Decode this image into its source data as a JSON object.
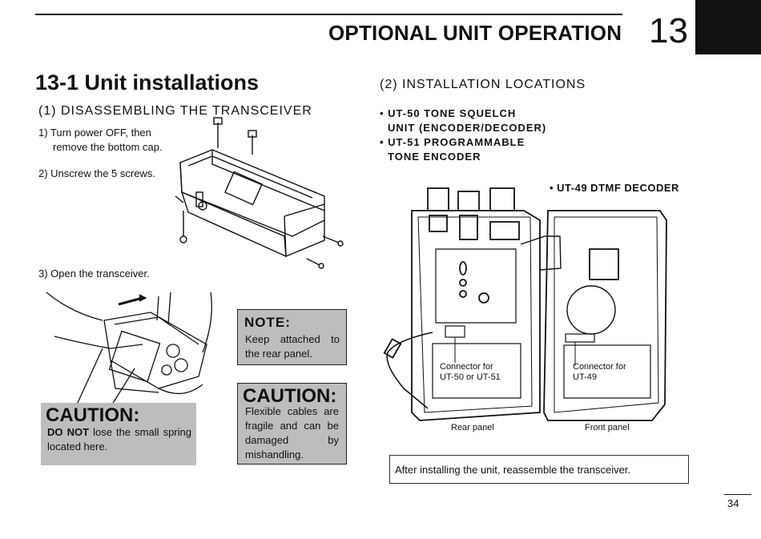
{
  "header": {
    "title": "OPTIONAL UNIT OPERATION",
    "chapter_number": "13"
  },
  "section": {
    "title": "13-1 Unit installations"
  },
  "disassembling": {
    "heading": "(1) DISASSEMBLING THE TRANSCEIVER",
    "step1_line1": "1) Turn power OFF, then",
    "step1_line2": "remove the bottom cap.",
    "step2": "2) Unscrew the 5 screws.",
    "step3": "3) Open the transceiver."
  },
  "locations": {
    "heading": "(2) INSTALLATION LOCATIONS",
    "unit1_line1": "• UT-50 TONE SQUELCH",
    "unit1_line2": "UNIT (ENCODER/DECODER)",
    "unit2_line1": "• UT-51 PROGRAMMABLE",
    "unit2_line2": "TONE ENCODER",
    "unit3": "• UT-49 DTMF DECODER"
  },
  "diagram": {
    "rear_connector_line1": "Connector for",
    "rear_connector_line2": "UT-50 or UT-51",
    "front_connector_line1": "Connector for",
    "front_connector_line2": "UT-49",
    "rear_panel_label": "Rear panel",
    "front_panel_label": "Front panel"
  },
  "note_box": {
    "title": "NOTE:",
    "text": "Keep attached to the rear panel."
  },
  "caution_spring": {
    "title": "CAUTION:",
    "emphasis": "DO NOT",
    "text": "lose the small spring located here."
  },
  "caution_cables": {
    "title": "CAUTION:",
    "text": "Flexible cables are fragile and can be damaged by mishandling."
  },
  "reassemble_note": "After installing the unit, reassemble the transceiver.",
  "page_number": "34"
}
